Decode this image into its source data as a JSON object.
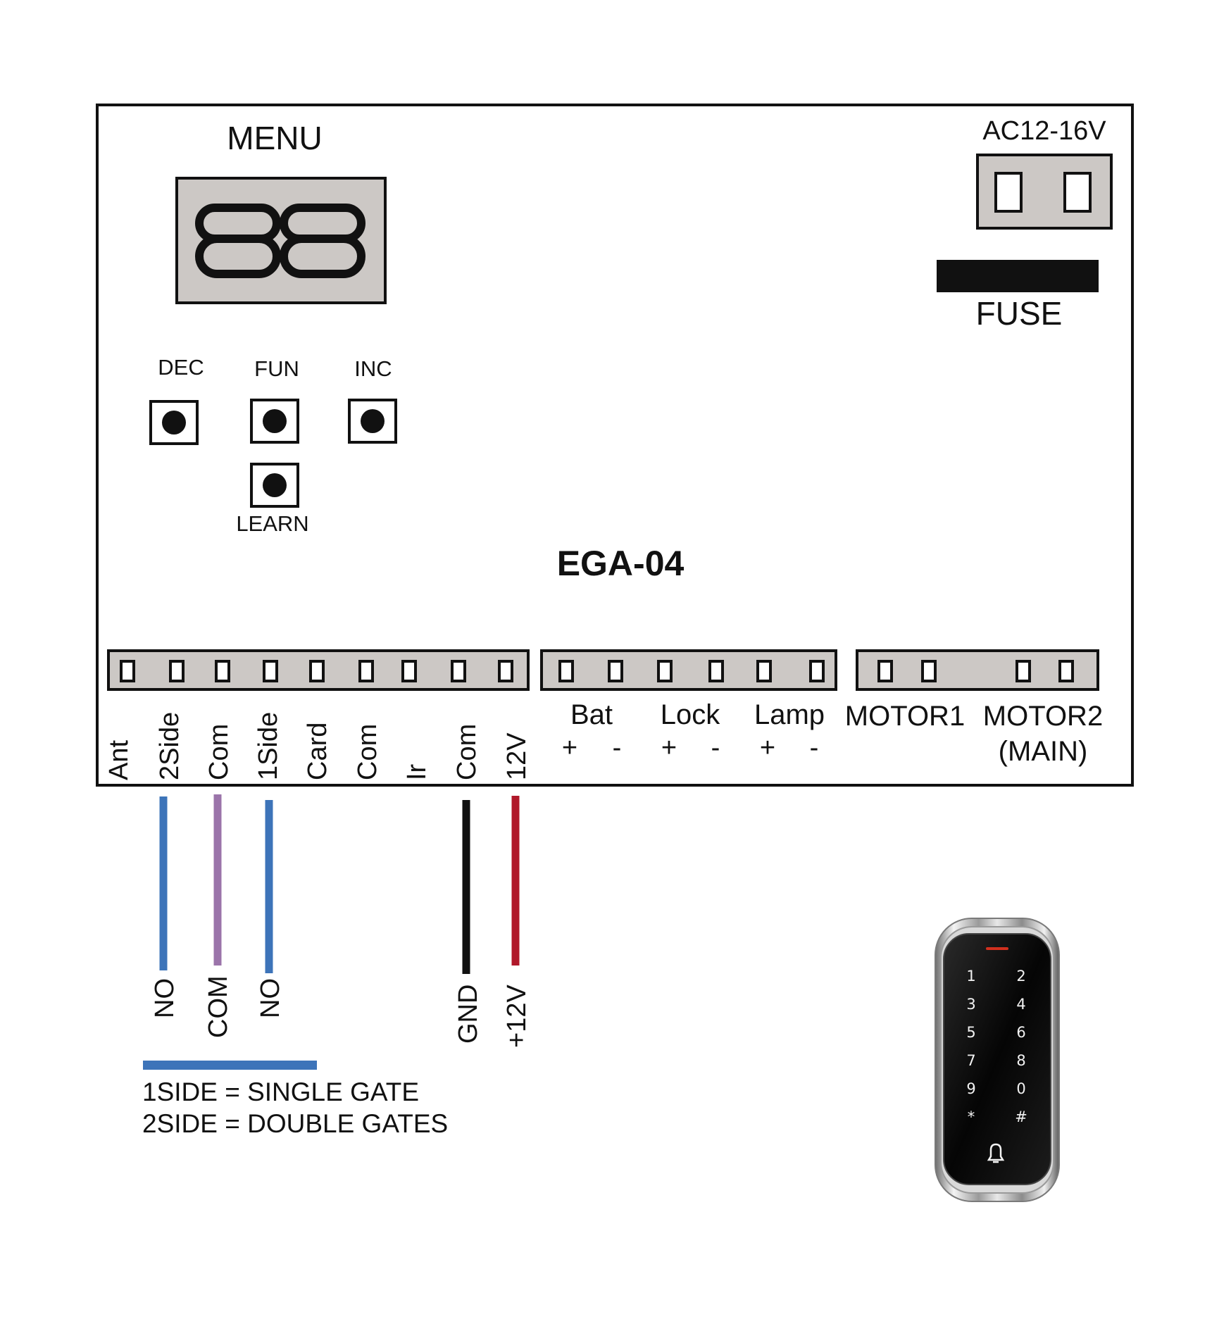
{
  "board": {
    "model": "EGA-04",
    "menu_label": "MENU",
    "display_value": "88",
    "power_label": "AC12-16V",
    "fuse_label": "FUSE",
    "buttons": {
      "dec": "DEC",
      "fun": "FUN",
      "inc": "INC",
      "learn": "LEARN"
    }
  },
  "terminals": {
    "left_labels": [
      "Ant",
      "2Side",
      "Com",
      "1Side",
      "Card",
      "Com",
      "Ir",
      "Com",
      "12V"
    ],
    "middle_groups": [
      "Bat",
      "Lock",
      "Lamp"
    ],
    "polarity": [
      "+",
      "-",
      "+",
      "-",
      "+",
      "-"
    ],
    "motor1": "MOTOR1",
    "motor2": "MOTOR2",
    "motor2_sub": "(MAIN)"
  },
  "wires": {
    "labels": [
      "NO",
      "COM",
      "NO",
      "GND",
      "+12V"
    ],
    "colors": [
      "#3d74b9",
      "#9b74aa",
      "#3d74b9",
      "#111111",
      "#b0182a"
    ]
  },
  "legend": {
    "line1": "1SIDE = SINGLE GATE",
    "line2": "2SIDE = DOUBLE GATES",
    "color": "#3d74b9"
  },
  "keypad": {
    "keys": [
      "1",
      "2",
      "3",
      "4",
      "5",
      "6",
      "7",
      "8",
      "9",
      "0",
      "*",
      "#"
    ],
    "bell_icon": "bell-icon"
  },
  "colors": {
    "panel_gray": "#ccc8c5",
    "outline": "#111111"
  }
}
